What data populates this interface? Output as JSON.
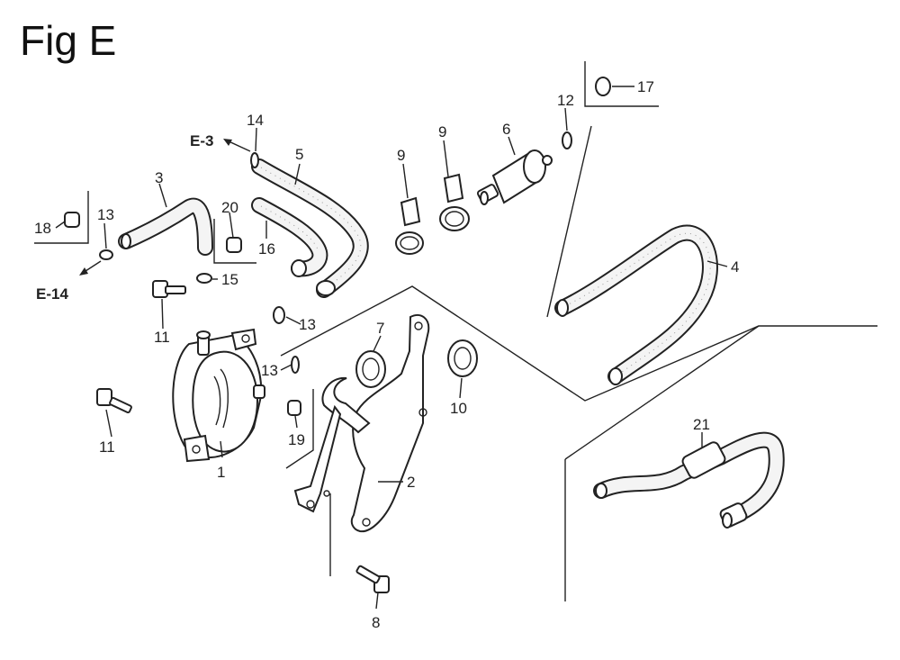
{
  "figure": {
    "title": "Fig E"
  },
  "refs": {
    "e3": "E-3",
    "e14": "E-14"
  },
  "callouts": [
    {
      "id": "p1",
      "label": "1"
    },
    {
      "id": "p2",
      "label": "2"
    },
    {
      "id": "p3",
      "label": "3"
    },
    {
      "id": "p4",
      "label": "4"
    },
    {
      "id": "p5",
      "label": "5"
    },
    {
      "id": "p6",
      "label": "6"
    },
    {
      "id": "p7",
      "label": "7"
    },
    {
      "id": "p8",
      "label": "8"
    },
    {
      "id": "p9a",
      "label": "9"
    },
    {
      "id": "p9b",
      "label": "9"
    },
    {
      "id": "p10",
      "label": "10"
    },
    {
      "id": "p11a",
      "label": "11"
    },
    {
      "id": "p11b",
      "label": "11"
    },
    {
      "id": "p12",
      "label": "12"
    },
    {
      "id": "p13a",
      "label": "13"
    },
    {
      "id": "p13b",
      "label": "13"
    },
    {
      "id": "p13c",
      "label": "13"
    },
    {
      "id": "p14",
      "label": "14"
    },
    {
      "id": "p15",
      "label": "15"
    },
    {
      "id": "p16",
      "label": "16"
    },
    {
      "id": "p17",
      "label": "17"
    },
    {
      "id": "p18",
      "label": "18"
    },
    {
      "id": "p19",
      "label": "19"
    },
    {
      "id": "p20",
      "label": "20"
    },
    {
      "id": "p21",
      "label": "21"
    }
  ]
}
